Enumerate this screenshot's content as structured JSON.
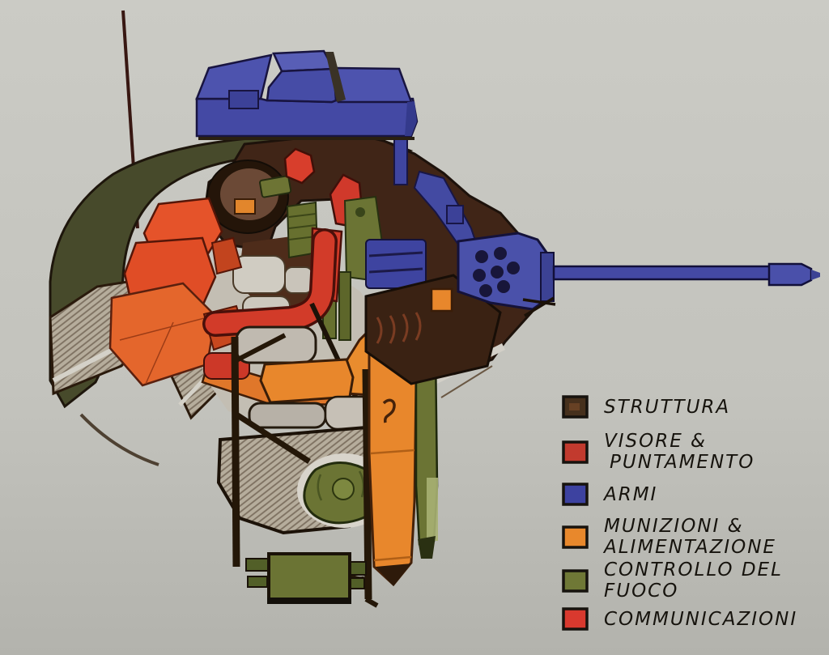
{
  "page": {
    "background_top": "#cacac4",
    "background_bottom": "#b4b4ae"
  },
  "colors": {
    "struttura_olive": "#474a2b",
    "struttura_brown": "#402517",
    "visore": "#d83e2c",
    "armi": "#4449a4",
    "munizioni": "#e8872c",
    "controllo": "#6b7434",
    "communicazioni": "#d23b29",
    "outline": "#1d130b"
  },
  "legend": {
    "items": [
      {
        "id": "struttura",
        "line1": "STRUTTURA",
        "line2": "",
        "color": "#46301c"
      },
      {
        "id": "visore",
        "line1": "VISORE &",
        "line2": "PUNTAMENTO",
        "color": "#c23a2e"
      },
      {
        "id": "armi",
        "line1": "ARMI",
        "line2": "",
        "color": "#3d42a0"
      },
      {
        "id": "munizioni",
        "line1": "MUNIZIONI &",
        "line2": "ALIMENTAZIONE",
        "color": "#e8882c"
      },
      {
        "id": "controllo",
        "line1": "CONTROLLO DEL",
        "line2": "FUOCO",
        "color": "#6f7836"
      },
      {
        "id": "communicazioni",
        "line1": "COMMUNICAZIONI",
        "line2": "",
        "color": "#d9392e"
      }
    ]
  }
}
